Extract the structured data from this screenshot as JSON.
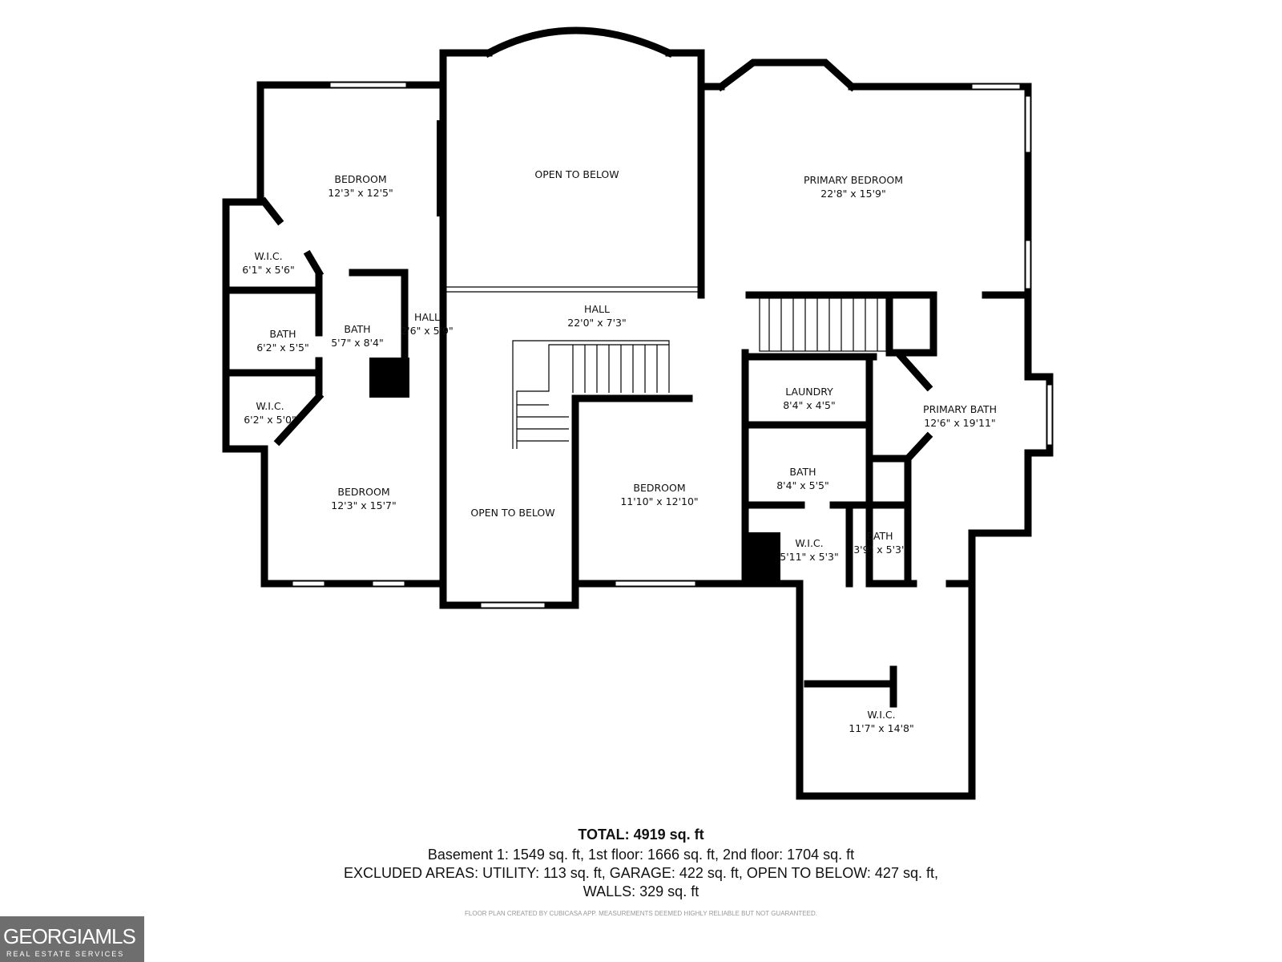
{
  "rooms": {
    "bedroom_nw": {
      "name": "BEDROOM",
      "size": "12'3\" x 12'5\""
    },
    "open_top": {
      "name": "OPEN TO BELOW"
    },
    "primary_bedroom": {
      "name": "PRIMARY BEDROOM",
      "size": "22'8\" x 15'9\""
    },
    "wic_nw": {
      "name": "W.I.C.",
      "size": "6'1\" x 5'6\""
    },
    "bath_w": {
      "name": "BATH",
      "size": "6'2\" x 5'5\""
    },
    "bath_mid": {
      "name": "BATH",
      "size": "5'7\" x 8'4\""
    },
    "hall_small": {
      "name": "HALL",
      "size": "2'6\" x 5'9\""
    },
    "hall": {
      "name": "HALL",
      "size": "22'0\" x 7'3\""
    },
    "wic_sw": {
      "name": "W.I.C.",
      "size": "6'2\" x 5'0\""
    },
    "bedroom_sw": {
      "name": "BEDROOM",
      "size": "12'3\" x 15'7\""
    },
    "open_bottom": {
      "name": "OPEN TO BELOW"
    },
    "bedroom_s": {
      "name": "BEDROOM",
      "size": "11'10\" x 12'10\""
    },
    "laundry": {
      "name": "LAUNDRY",
      "size": "8'4\" x 4'5\""
    },
    "bath_e": {
      "name": "BATH",
      "size": "8'4\" x 5'5\""
    },
    "wic_s": {
      "name": "W.I.C.",
      "size": "5'11\" x 5'3\""
    },
    "bath_small": {
      "name": "BATH",
      "size": "3'9\" x 5'3\""
    },
    "primary_bath": {
      "name": "PRIMARY BATH",
      "size": "12'6\" x 19'11\""
    },
    "wic_large": {
      "name": "W.I.C.",
      "size": "11'7\" x 14'8\""
    }
  },
  "summary": {
    "total": "TOTAL: 4919 sq. ft",
    "floors": "Basement 1: 1549 sq. ft, 1st floor: 1666 sq. ft, 2nd floor: 1704 sq. ft",
    "excluded": "EXCLUDED AREAS: UTILITY: 113 sq. ft, GARAGE: 422 sq. ft, OPEN TO BELOW: 427 sq. ft,",
    "walls": "WALLS: 329 sq. ft",
    "disclaimer": "FLOOR PLAN CREATED BY CUBICASA APP. MEASUREMENTS DEEMED HIGHLY RELIABLE BUT NOT GUARANTEED."
  },
  "logo": {
    "main": "GEORGIAMLS",
    "sub": "REAL ESTATE SERVICES"
  },
  "colors": {
    "wall": "#000000",
    "logo_bg": "#6e6e6e"
  }
}
